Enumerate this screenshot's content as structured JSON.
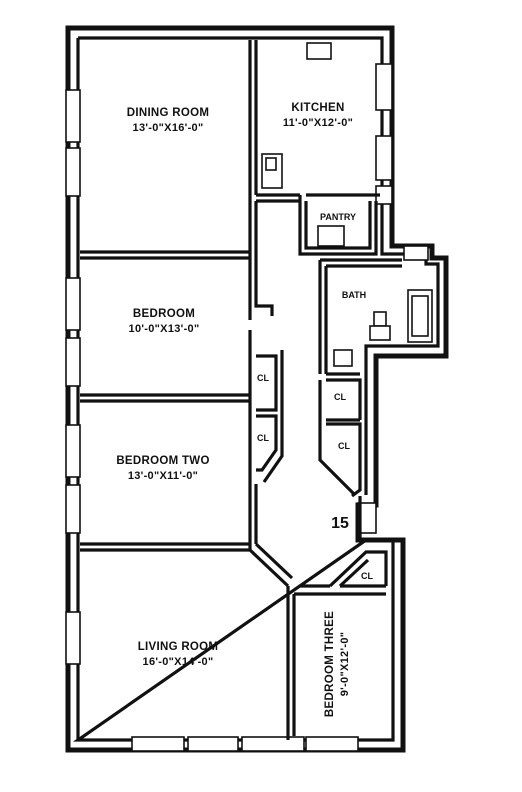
{
  "unit_number": "15",
  "rooms": {
    "dining": {
      "name": "DINING ROOM",
      "dims": "13'-0\"X16'-0\""
    },
    "kitchen": {
      "name": "KITCHEN",
      "dims": "11'-0\"X12'-0\""
    },
    "pantry": {
      "name": "PANTRY"
    },
    "bath": {
      "name": "BATH"
    },
    "bedroom": {
      "name": "BEDROOM",
      "dims": "10'-0\"X13'-0\""
    },
    "bedroom_two": {
      "name": "BEDROOM TWO",
      "dims": "13'-0\"X11'-0\""
    },
    "living": {
      "name": "LIVING ROOM",
      "dims": "16'-0\"X14'-0\""
    },
    "bedroom_three": {
      "name": "BEDROOM THREE",
      "dims": "9'-0\"X12'-0\""
    }
  },
  "closet_label": "CL"
}
